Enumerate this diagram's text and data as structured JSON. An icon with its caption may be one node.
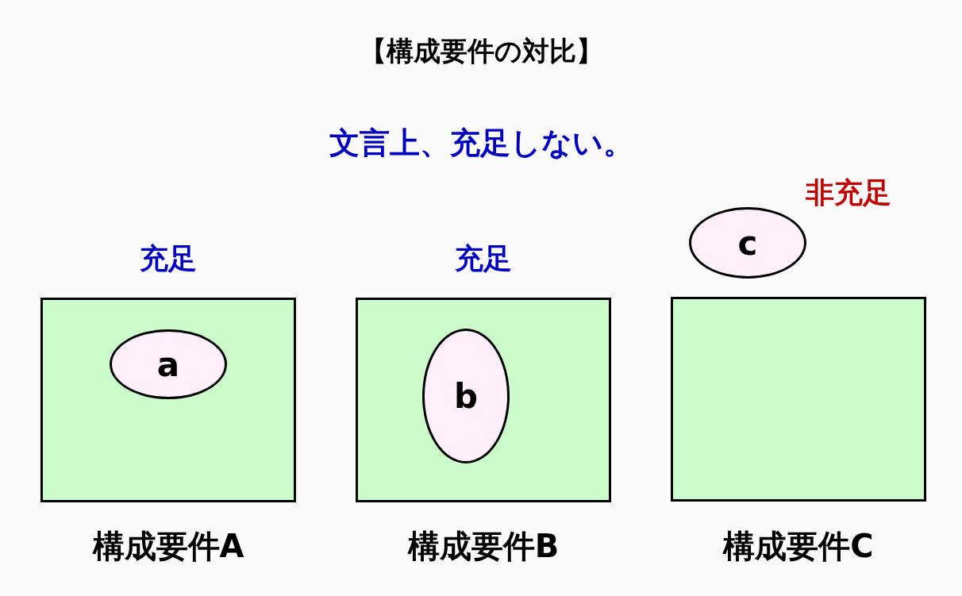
{
  "diagram": {
    "title": "【構成要件の対比】",
    "nodes": [
      {
        "text": [
          "構成要件A"
        ],
        "beside": [
          "充足"
        ]
      },
      {
        "text": [
          "a"
        ],
        "in": 0
      },
      {
        "text": [
          "構成要件B"
        ],
        "beside": [
          "充足"
        ]
      },
      {
        "text": [
          "b"
        ],
        "in": 2
      },
      {
        "text": [
          "構成要件C"
        ]
      },
      {
        "text": [
          "c"
        ],
        "beside": [
          "非充足"
        ]
      }
    ],
    "labels": [
      "文言上、充足しない。"
    ]
  }
}
